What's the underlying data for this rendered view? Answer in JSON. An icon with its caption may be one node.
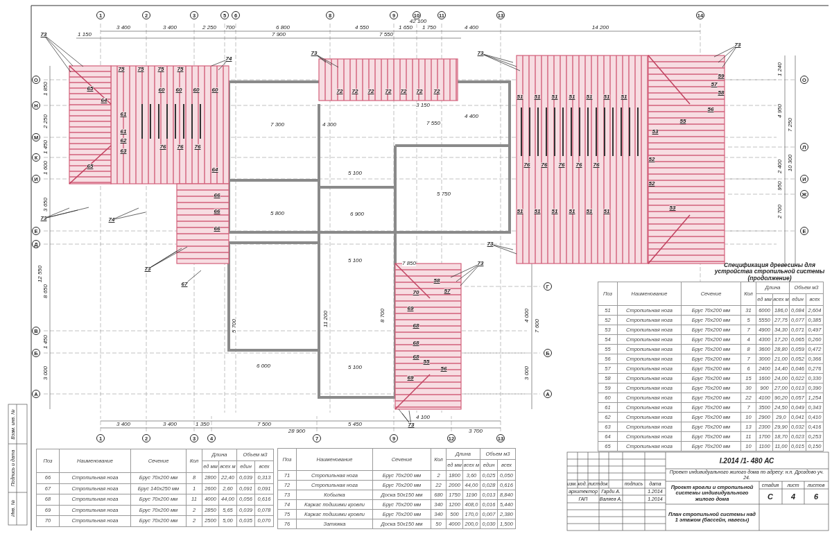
{
  "diagram": {
    "nodes": [
      {
        "text": [
          "1"
        ]
      },
      {
        "text": [
          "2"
        ]
      },
      {
        "text": [
          "3"
        ]
      },
      {
        "text": [
          "5"
        ]
      },
      {
        "text": [
          "6"
        ]
      },
      {
        "text": [
          "8"
        ]
      },
      {
        "text": [
          "9"
        ]
      },
      {
        "text": [
          "10"
        ]
      },
      {
        "text": [
          "11"
        ]
      },
      {
        "text": [
          "13"
        ]
      },
      {
        "text": [
          "14"
        ]
      },
      {
        "text": [
          "1"
        ]
      },
      {
        "text": [
          "2"
        ]
      },
      {
        "text": [
          "3"
        ]
      },
      {
        "text": [
          "4"
        ]
      },
      {
        "text": [
          "7"
        ]
      },
      {
        "text": [
          "9"
        ]
      },
      {
        "text": [
          "12"
        ]
      },
      {
        "text": [
          "13"
        ]
      },
      {
        "text": [
          "О"
        ]
      },
      {
        "text": [
          "Н"
        ]
      },
      {
        "text": [
          "М"
        ]
      },
      {
        "text": [
          "К"
        ]
      },
      {
        "text": [
          "И"
        ]
      },
      {
        "text": [
          "Е"
        ]
      },
      {
        "text": [
          "Д"
        ]
      },
      {
        "text": [
          "В"
        ]
      },
      {
        "text": [
          "Б"
        ]
      },
      {
        "text": [
          "А"
        ]
      },
      {
        "text": [
          "О"
        ]
      },
      {
        "text": [
          "Л"
        ]
      },
      {
        "text": [
          "И"
        ]
      },
      {
        "text": [
          "Ж"
        ]
      },
      {
        "text": [
          "Е"
        ]
      },
      {
        "text": [
          "Г"
        ]
      },
      {
        "text": [
          "Б"
        ]
      },
      {
        "text": [
          "А"
        ]
      },
      {
        "text": [
          "73"
        ]
      },
      {
        "text": [
          "73"
        ]
      },
      {
        "text": [
          "73"
        ]
      },
      {
        "text": [
          "73"
        ]
      },
      {
        "text": [
          "73"
        ]
      },
      {
        "text": [
          "73"
        ]
      },
      {
        "text": [
          "73"
        ]
      },
      {
        "text": [
          "73"
        ]
      },
      {
        "text": [
          "73"
        ]
      },
      {
        "text": [
          "74"
        ]
      },
      {
        "text": [
          "74"
        ]
      },
      {
        "text": [
          "67"
        ]
      }
    ],
    "edges": [
      {
        "from": 37,
        "to": null,
        "arrow": "none"
      },
      {
        "from": 37,
        "to": null,
        "arrow": "none"
      },
      {
        "from": 37,
        "to": null,
        "arrow": "none"
      },
      {
        "from": 38,
        "to": null,
        "arrow": "none"
      },
      {
        "from": 38,
        "to": null,
        "arrow": "none"
      },
      {
        "from": 38,
        "to": null,
        "arrow": "none"
      },
      {
        "from": 39,
        "to": null,
        "arrow": "none"
      },
      {
        "from": 39,
        "to": null,
        "arrow": "none"
      },
      {
        "from": 39,
        "to": null,
        "arrow": "none"
      },
      {
        "from": 40,
        "to": null,
        "arrow": "none"
      },
      {
        "from": 40,
        "to": null,
        "arrow": "none"
      },
      {
        "from": 40,
        "to": null,
        "arrow": "none"
      },
      {
        "from": 41,
        "to": null,
        "arrow": "none"
      },
      {
        "from": 41,
        "to": null,
        "arrow": "none"
      },
      {
        "from": 41,
        "to": null,
        "arrow": "none"
      },
      {
        "from": 42,
        "to": null,
        "arrow": "none"
      },
      {
        "from": 42,
        "to": null,
        "arrow": "none"
      },
      {
        "from": 42,
        "to": null,
        "arrow": "none"
      },
      {
        "from": 43,
        "to": null,
        "arrow": "none"
      },
      {
        "from": 43,
        "to": null,
        "arrow": "none"
      },
      {
        "from": 44,
        "to": null,
        "arrow": "none"
      },
      {
        "from": 44,
        "to": null,
        "arrow": "none"
      },
      {
        "from": 44,
        "to": null,
        "arrow": "none"
      },
      {
        "from": 45,
        "to": null,
        "arrow": "none"
      },
      {
        "from": 45,
        "to": null,
        "arrow": "none"
      },
      {
        "from": 45,
        "to": null,
        "arrow": "none"
      },
      {
        "from": 46,
        "to": null,
        "arrow": "none"
      },
      {
        "from": 46,
        "to": null,
        "arrow": "none"
      },
      {
        "from": 47,
        "to": null,
        "arrow": "none"
      },
      {
        "from": 47,
        "to": null,
        "arrow": "none"
      },
      {
        "from": 48,
        "to": null,
        "arrow": "none"
      }
    ],
    "labels": [
      "3 400",
      "3 400",
      "2 250",
      "700",
      "6 800",
      "4 550",
      "1 650",
      "1 750",
      "4 400",
      "14 200",
      "42 100",
      "1 150",
      "7 900",
      "7 550",
      "3 400",
      "3 400",
      "1 350",
      "7 500",
      "5 450",
      "4 100",
      "28 900",
      "3 700",
      "1 850",
      "2 250",
      "1 450",
      "1 600",
      "3 650",
      "12 550",
      "8 650",
      "1 450",
      "3 000",
      "1 240",
      "4 950",
      "2 400",
      "950",
      "2 700",
      "7 250",
      "10 300",
      "4 000",
      "7 600",
      "3 000",
      "7 300",
      "5 800",
      "4 300",
      "4 400",
      "3 150",
      "7 550",
      "5 750",
      "5 100",
      "6 900",
      "5 100",
      "7 850",
      "6 000",
      "5 100",
      "5 700",
      "11 200",
      "8 700",
      "75",
      "75",
      "75",
      "75",
      "60",
      "60",
      "60",
      "60",
      "65",
      "64",
      "61",
      "61",
      "62",
      "63",
      "65",
      "64",
      "76",
      "76",
      "76",
      "66",
      "66",
      "66",
      "72",
      "72",
      "72",
      "72",
      "72",
      "72",
      "72",
      "51",
      "51",
      "51",
      "51",
      "51",
      "51",
      "51",
      "51",
      "51",
      "51",
      "51",
      "51",
      "51",
      "76",
      "76",
      "76",
      "76",
      "76",
      "52",
      "52",
      "53",
      "53",
      "55",
      "59",
      "57",
      "58",
      "56",
      "58",
      "57",
      "70",
      "69",
      "68",
      "68",
      "68",
      "55",
      "56",
      "69",
      "Спецификация древесины для устройства стропильной системы (продолжение)",
      "Поз",
      "Наименование",
      "Сечение",
      "Кол",
      "Длина",
      "Объем м3",
      "ед мм",
      "всех м",
      "един",
      "всех",
      "51",
      "Стропильная нога",
      "Брус 70x200 мм",
      "31",
      "6000",
      "186,0",
      "0,084",
      "2,604",
      "52",
      "Стропильная нога",
      "Брус 70x200 мм",
      "5",
      "5550",
      "27,75",
      "0,077",
      "0,385",
      "53",
      "Стропильная нога",
      "Брус 70x200 мм",
      "7",
      "4900",
      "34,30",
      "0,071",
      "0,497",
      "54",
      "Стропильная нога",
      "Брус 70x200 мм",
      "4",
      "4300",
      "17,20",
      "0,065",
      "0,260",
      "55",
      "Стропильная нога",
      "Брус 70x200 мм",
      "8",
      "3600",
      "28,80",
      "0,059",
      "0,472",
      "56",
      "Стропильная нога",
      "Брус 70x200 мм",
      "7",
      "3000",
      "21,00",
      "0,052",
      "0,366",
      "57",
      "Стропильная нога",
      "Брус 70x200 мм",
      "6",
      "2400",
      "14,40",
      "0,046",
      "0,276",
      "58",
      "Стропильная нога",
      "Брус 70x200 мм",
      "15",
      "1600",
      "24,00",
      "0,022",
      "0,330",
      "59",
      "Стропильная нога",
      "Брус 70x200 мм",
      "30",
      "900",
      "27,00",
      "0,013",
      "0,390",
      "60",
      "Стропильная нога",
      "Брус 70x200 мм",
      "22",
      "4100",
      "90,20",
      "0,057",
      "1,254",
      "61",
      "Стропильная нога",
      "Брус 70x200 мм",
      "7",
      "3500",
      "24,50",
      "0,049",
      "0,343",
      "62",
      "Стропильная нога",
      "Брус 70x200 мм",
      "10",
      "2900",
      "29,0",
      "0,041",
      "0,410",
      "63",
      "Стропильная нога",
      "Брус 70x200 мм",
      "13",
      "2300",
      "29,90",
      "0,032",
      "0,416",
      "64",
      "Стропильная нога",
      "Брус 70x200 мм",
      "11",
      "1700",
      "18,70",
      "0,023",
      "0,253",
      "65",
      "Стропильная нога",
      "Брус 70x200 мм",
      "10",
      "1100",
      "11,00",
      "0,015",
      "0,150",
      "Поз",
      "Наименование",
      "Сечение",
      "Кол",
      "Длина",
      "Объем м3",
      "ед мм",
      "всех м",
      "един",
      "всех",
      "66",
      "Стропильная нога",
      "Брус 70x200 мм",
      "8",
      "2800",
      "22,40",
      "0,039",
      "0,313",
      "67",
      "Стропильная нога",
      "Брус 140x250 мм",
      "1",
      "2600",
      "2,60",
      "0,091",
      "0,091",
      "68",
      "Стропильная нога",
      "Брус 70x200 мм",
      "11",
      "4000",
      "44,00",
      "0,056",
      "0,616",
      "69",
      "Стропильная нога",
      "Брус 70x200 мм",
      "2",
      "2850",
      "5,65",
      "0,039",
      "0,078",
      "70",
      "Стропильная нога",
      "Брус 70x200 мм",
      "2",
      "2500",
      "5,00",
      "0,035",
      "0,070",
      "Поз",
      "Наименование",
      "Сечение",
      "Кол",
      "Длина",
      "Объем м3",
      "ед мм",
      "всех м",
      "един",
      "всех",
      "71",
      "Стропильная нога",
      "Брус 70x200 мм",
      "2",
      "1800",
      "3,60",
      "0,025",
      "0,050",
      "72",
      "Стропильная нога",
      "Брус 70x200 мм",
      "22",
      "2000",
      "44,00",
      "0,028",
      "0,616",
      "73",
      "Кобылка",
      "Доска 50x150 мм",
      "680",
      "1750",
      "1190",
      "0,013",
      "8,840",
      "74",
      "Каркас подшивки кровли",
      "Брус 70x200 мм",
      "340",
      "1200",
      "408,0",
      "0,016",
      "5,440",
      "75",
      "Каркас подшивки кровли",
      "Брус 70x200 мм",
      "340",
      "500",
      "170,0",
      "0,007",
      "2,380",
      "76",
      "Затяжка",
      "Доска 50x150 мм",
      "50",
      "4000",
      "200,0",
      "0,030",
      "1,500",
      "І.2014 /1- 480 АС",
      "Проект индивидуального жилого дома по адресу: н.п. Дроздово уч. 24.",
      "изм.",
      "код.",
      "лист",
      "док",
      "подпись",
      "дата",
      "Проект кровли и стропильной системы индивидуального жилого дома",
      "стадия",
      "лист",
      "листов",
      "архитектор",
      "Гарди А.",
      "1.2014",
      "С",
      "4",
      "6",
      "ГАП",
      "Валяев А.",
      "1.2014",
      "План стропильной системы над 1 этажом (бассейн, навесы)",
      "Взам. инв. №",
      "Подпись и дата",
      "Инв. №"
    ]
  }
}
